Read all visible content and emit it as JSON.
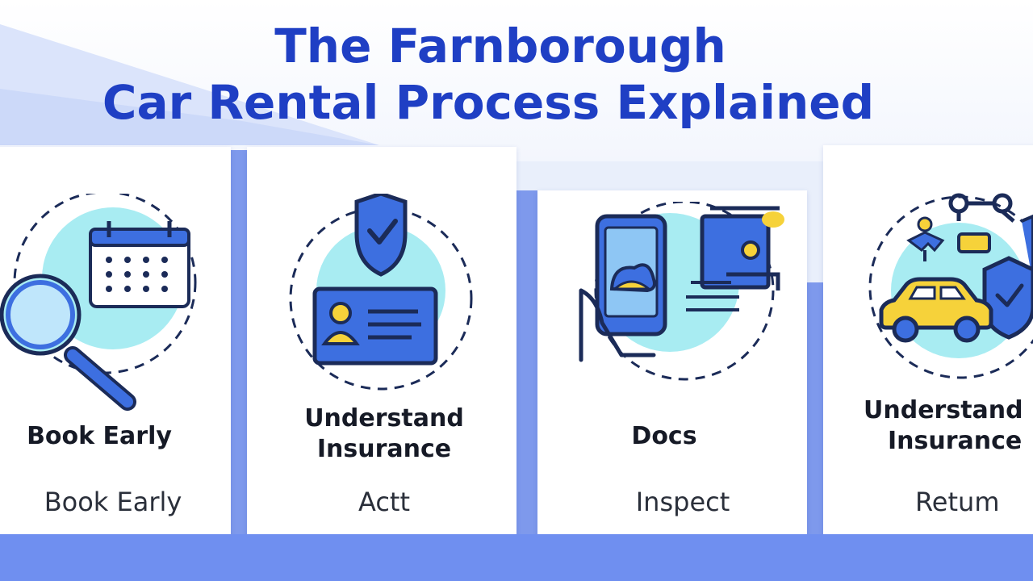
{
  "title": {
    "line1": "The Farnborough",
    "line2": "Car Rental Process Explained"
  },
  "steps": [
    {
      "heading": "Book Early",
      "caption": "Book Early",
      "icon": "calendar-search-icon"
    },
    {
      "heading_line1": "Understand",
      "heading_line2": "Insurance",
      "caption": "Actt",
      "icon": "insurance-id-card-icon"
    },
    {
      "heading": "Docs",
      "caption": "Inspect",
      "icon": "phone-documents-icon"
    },
    {
      "heading_line1": "Understand",
      "heading_line2": "Insurance",
      "caption": "Retum",
      "icon": "car-shield-icon"
    }
  ],
  "colors": {
    "title": "#1f3fc4",
    "accent_blue": "#3d6fe0",
    "icon_stroke": "#1b2b58",
    "circle_fill": "#a8ecf2",
    "yellow": "#f6d23a",
    "panel": "#7e99ec",
    "footer": "#6f8ff0"
  }
}
